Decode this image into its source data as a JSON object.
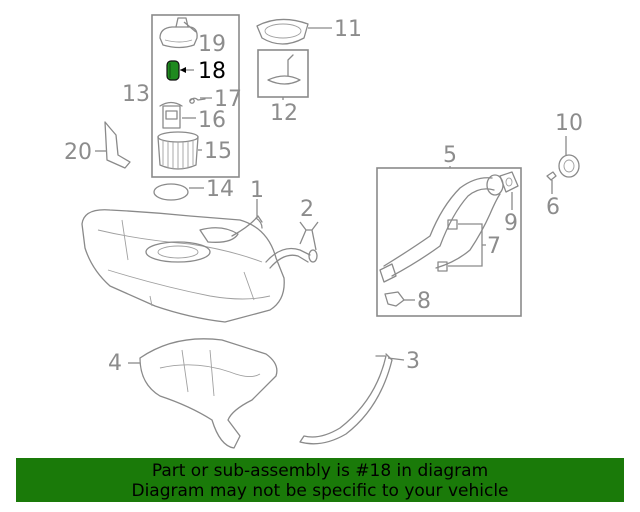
{
  "callouts": {
    "c1": "1",
    "c2": "2",
    "c3": "3",
    "c4": "4",
    "c5": "5",
    "c6": "6",
    "c7": "7",
    "c8": "8",
    "c9": "9",
    "c10": "10",
    "c11": "11",
    "c12": "12",
    "c13": "13",
    "c14": "14",
    "c15": "15",
    "c16": "16",
    "c17": "17",
    "c18": "18",
    "c19": "19",
    "c20": "20"
  },
  "highlighted_part": "18",
  "colors": {
    "banner": "#1a7a09",
    "highlight_part": "#1f8a1f",
    "line": "#8a8a8a"
  },
  "banner": {
    "line1": "Part or sub-assembly is #18 in diagram",
    "line2": "Diagram may not be specific to your vehicle"
  }
}
